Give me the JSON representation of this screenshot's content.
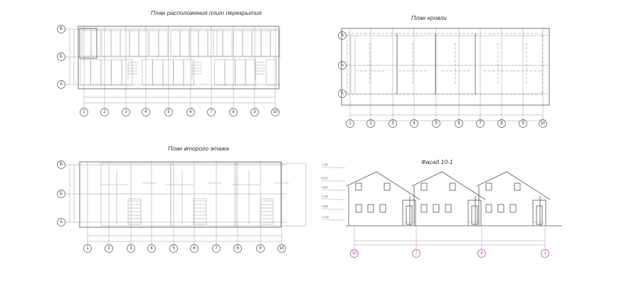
{
  "sheet": {
    "slab_plan": {
      "title": "План расположения плит перекрытия",
      "rows": [
        "В",
        "Б",
        "А"
      ],
      "cols": [
        "1",
        "2",
        "3",
        "4",
        "5",
        "6",
        "7",
        "8",
        "9",
        "10"
      ]
    },
    "roof_plan": {
      "title": "План кровли",
      "rows": [
        "В",
        "Б",
        "А"
      ],
      "cols": [
        "1",
        "2",
        "3",
        "4",
        "5",
        "6",
        "7",
        "8",
        "9",
        "10"
      ]
    },
    "second_floor_plan": {
      "title": "План второго этажа",
      "rows": [
        "В",
        "Б",
        "А"
      ],
      "cols": [
        "1",
        "2",
        "3",
        "4",
        "5",
        "6",
        "7",
        "8",
        "9",
        "10"
      ]
    },
    "facade": {
      "title": "Фасад 10-1",
      "cols": [
        "10",
        "7",
        "4",
        "1"
      ],
      "levels": [
        "7.150",
        "5.370",
        "3.800",
        "2.700",
        "0.850",
        "-0.750"
      ]
    }
  },
  "colors": {
    "line": "#555555",
    "facade_axis": "#b040b0"
  }
}
